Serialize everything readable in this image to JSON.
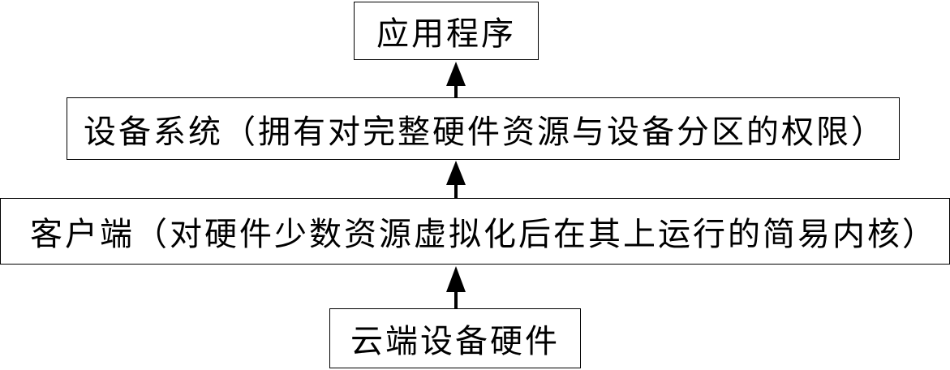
{
  "diagram": {
    "nodes": [
      {
        "id": "app",
        "label": "应用程序"
      },
      {
        "id": "device",
        "label": "设备系统（拥有对完整硬件资源与设备分区的权限）"
      },
      {
        "id": "client",
        "label": "客户端（对硬件少数资源虚拟化后在其上运行的简易内核）"
      },
      {
        "id": "hw",
        "label": "云端设备硬件"
      }
    ],
    "edges": [
      {
        "from": "hw",
        "to": "client"
      },
      {
        "from": "client",
        "to": "device"
      },
      {
        "from": "device",
        "to": "app"
      }
    ]
  }
}
